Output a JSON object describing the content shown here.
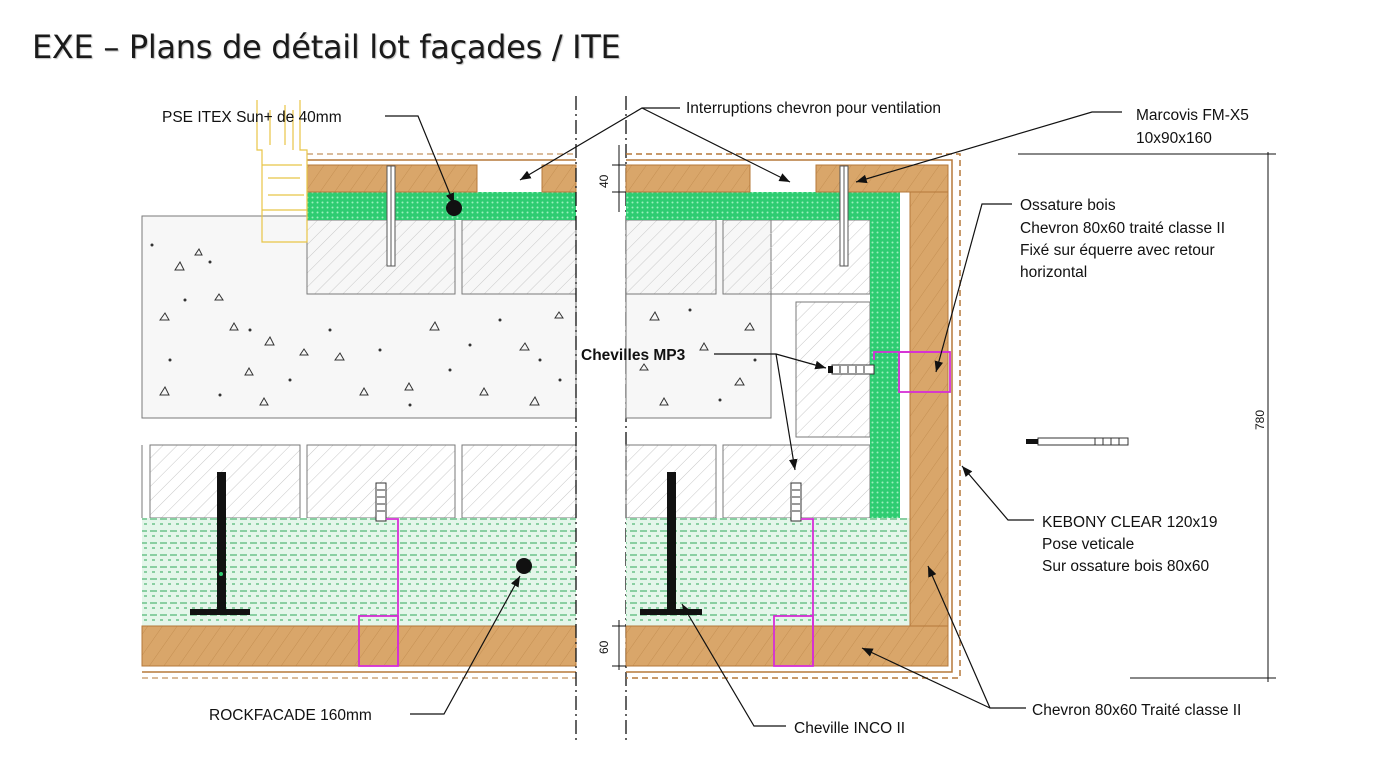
{
  "title": "EXE – Plans de détail lot façades / ITE",
  "labels": {
    "pse": "PSE ITEX Sun+ de 40mm",
    "interruptions": "Interruptions chevron pour ventilation",
    "marcovis_1": "Marcovis FM-X5",
    "marcovis_2": "10x90x160",
    "ossature_1": "Ossature bois",
    "ossature_2": "Chevron 80x60 traité classe II",
    "ossature_3": "Fixé sur équerre avec retour",
    "ossature_4": "horizontal",
    "chevilles_mp3": "Chevilles MP3",
    "kebony_1": "KEBONY CLEAR 120x19",
    "kebony_2": "Pose veticale",
    "kebony_3": "Sur ossature bois 80x60",
    "rockfacade": "ROCKFACADE 160mm",
    "inco": "Cheville INCO II",
    "chevron_bottom": "Chevron 80x60 Traité classe II"
  },
  "dimensions": {
    "top_40": "40",
    "bottom_60": "60",
    "height_780": "780"
  },
  "colors": {
    "wood": "#d9a66a",
    "wood_edge": "#b5783a",
    "insulation_green": "#2ecc71",
    "pse_yellow": "#e8c547",
    "bracket_magenta": "#d62fd6",
    "concrete": "#f7f7f7",
    "masonry": "#eeeeee"
  }
}
